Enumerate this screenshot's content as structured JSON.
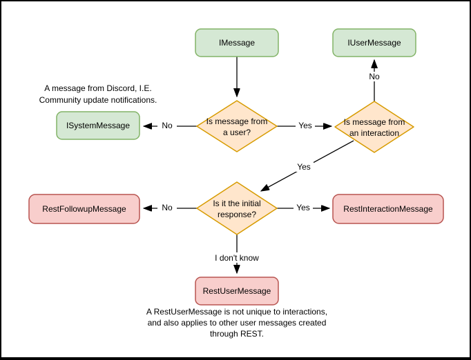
{
  "diagram": {
    "nodes": {
      "imessage": {
        "label": "IMessage"
      },
      "iusermessage": {
        "label": "IUserMessage"
      },
      "isystemmessage": {
        "label": "ISystemMessage"
      },
      "q_user": {
        "line1": "Is message from",
        "line2": "a user?"
      },
      "q_interaction": {
        "line1": "Is message from",
        "line2": "an interaction"
      },
      "q_initial": {
        "line1": "Is it the initial",
        "line2": "response?"
      },
      "restfollowupmessage": {
        "label": "RestFollowupMessage"
      },
      "restinteractionmessage": {
        "label": "RestInteractionMessage"
      },
      "restusermessage": {
        "label": "RestUserMessage"
      }
    },
    "edge_labels": {
      "user_to_system": "No",
      "user_to_interaction": "Yes",
      "interaction_to_iusermessage": "No",
      "interaction_to_initial": "Yes",
      "initial_to_followup": "No",
      "initial_to_interactionmsg": "Yes",
      "initial_to_restuser": "I don't know"
    },
    "notes": {
      "system_note_line1": "A message from Discord, I.E.",
      "system_note_line2": "Community update notifications.",
      "restuser_note_line1": "A RestUserMessage is not unique to interactions,",
      "restuser_note_line2": "and also applies to other user messages created",
      "restuser_note_line3": "through REST."
    },
    "colors": {
      "green_fill": "#d5e8d4",
      "green_stroke": "#82b366",
      "orange_fill": "#ffe6cc",
      "orange_stroke": "#d79b00",
      "red_fill": "#f8cecc",
      "red_stroke": "#b85450",
      "edge": "#000000",
      "text": "#000000",
      "background": "#ffffff"
    }
  }
}
